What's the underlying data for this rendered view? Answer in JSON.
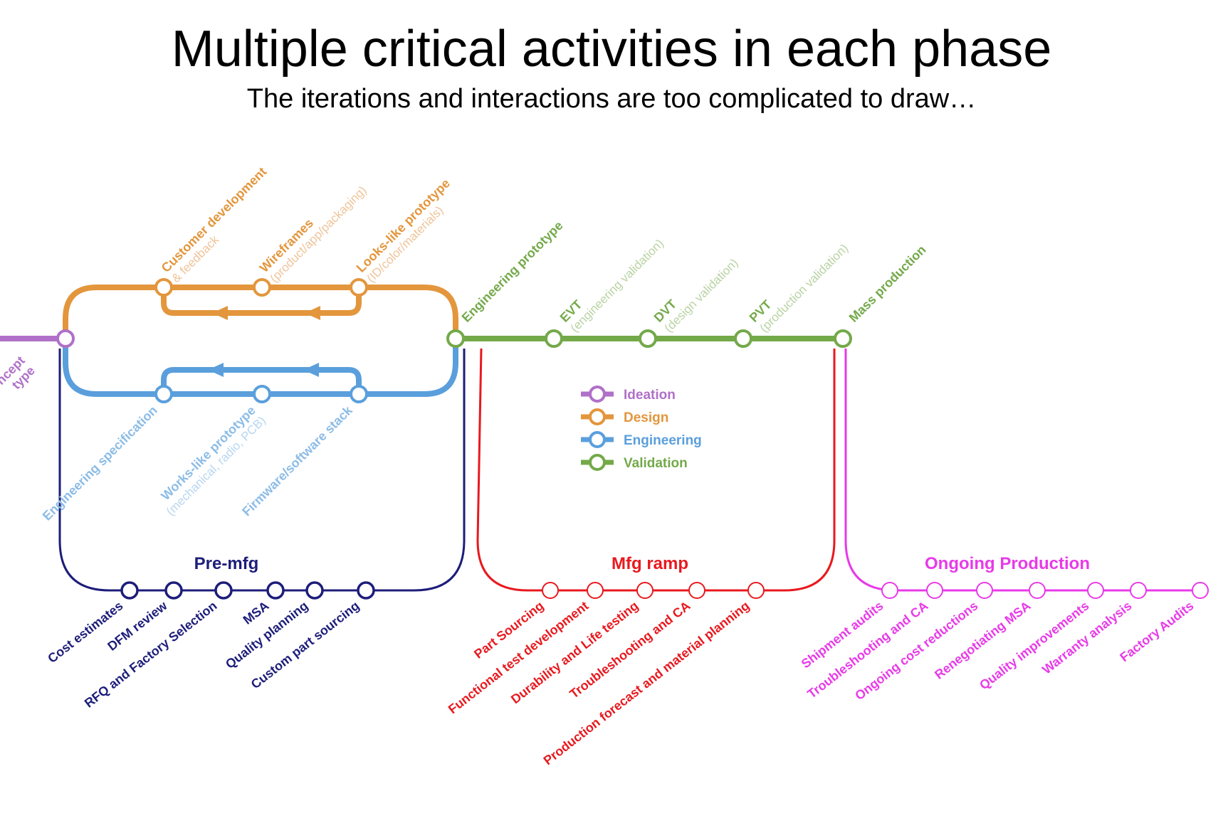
{
  "title": "Multiple critical activities in each phase",
  "subtitle": "The iterations and interactions are too complicated to draw…",
  "colors": {
    "ideation": "#b070c8",
    "design": "#e3963c",
    "engineering": "#5a9fdc",
    "validation": "#74a94a",
    "premfg": "#1d1d7a",
    "ramp": "#e8191e",
    "production": "#e83ae8"
  },
  "ideation_label": [
    "r-concept",
    "type"
  ],
  "design": {
    "stops": [
      {
        "lines": [
          "Customer development",
          "& feedback"
        ]
      },
      {
        "lines": [
          "Wireframes",
          "(product/app/packaging)"
        ]
      },
      {
        "lines": [
          "Looks-like prototype",
          "(ID/color/materials)"
        ]
      }
    ]
  },
  "engineering": {
    "stops": [
      {
        "lines": [
          "Engineering specification"
        ]
      },
      {
        "lines": [
          "Works-like prototype",
          "(mechanical, radio, PCB)"
        ]
      },
      {
        "lines": [
          "Firmware/software stack"
        ]
      }
    ]
  },
  "validation": {
    "stops": [
      {
        "lines": [
          "Engineering prototype"
        ]
      },
      {
        "lines": [
          "EVT",
          "(engineering validation)"
        ]
      },
      {
        "lines": [
          "DVT",
          "(design validation)"
        ]
      },
      {
        "lines": [
          "PVT",
          "(production validation)"
        ]
      },
      {
        "lines": [
          "Mass production"
        ]
      }
    ]
  },
  "legend": [
    "Ideation",
    "Design",
    "Engineering",
    "Validation"
  ],
  "phases": [
    {
      "name": "Pre-mfg",
      "items": [
        "Cost estimates",
        "DFM review",
        "RFQ and Factory Selection",
        "MSA",
        "Quality planning",
        "Custom part sourcing"
      ]
    },
    {
      "name": "Mfg ramp",
      "items": [
        "Part Sourcing",
        "Functional test development",
        "Durability and Life testing",
        "Troubleshooting and CA",
        "Production forecast and material planning"
      ]
    },
    {
      "name": "Ongoing Production",
      "items": [
        "Shipment audits",
        "Troubleshooting and CA",
        "Ongoing cost reductions",
        "Renegotiating MSA",
        "Quality improvements",
        "Warranty analysis",
        "Factory Audits"
      ]
    }
  ]
}
